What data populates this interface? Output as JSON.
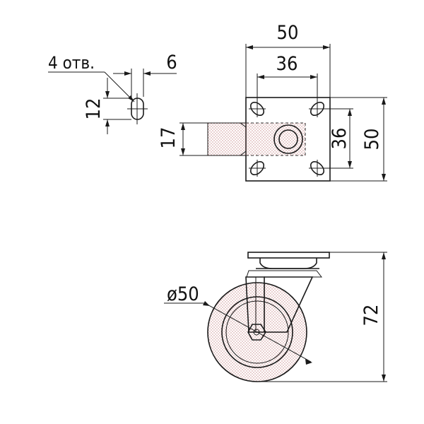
{
  "diagram": {
    "hole_note": "4 отв.",
    "slot_width": "6",
    "slot_length": "12",
    "plate_width_outer": "50",
    "plate_width_holes": "36",
    "plate_height_outer": "50",
    "plate_height_holes": "36",
    "fork_width": "17",
    "wheel_diameter": "ø50",
    "total_height": "72"
  },
  "colors": {
    "line": "#1a1a1a",
    "hatch": "#c98b8b"
  }
}
